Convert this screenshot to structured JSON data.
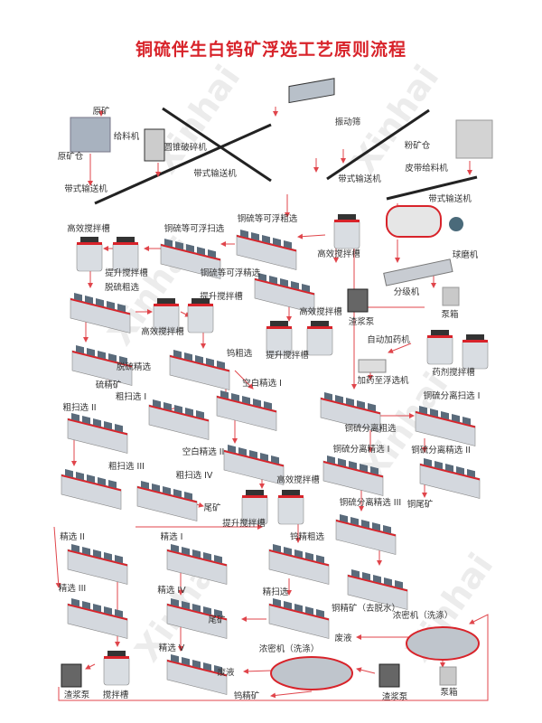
{
  "title": "铜硫伴生白钨矿浮选工艺原则流程",
  "watermark": "Xinhai",
  "colors": {
    "accent": "#d8232a",
    "equipment": "#c9ced6",
    "flow_line": "#e0454b"
  },
  "labels": [
    "原矿",
    "原矿仓",
    "给料机",
    "圆锥破碎机",
    "带式输送机",
    "带式输送机",
    "振动筛",
    "带式输送机",
    "粉矿仓",
    "皮带给料机",
    "带式输送机",
    "球磨机",
    "分级机",
    "泵箱",
    "渣浆泵",
    "高效搅拌槽",
    "提升搅拌槽",
    "铜硫等可浮扫选",
    "铜硫等可浮粗选",
    "铜硫等可浮精选",
    "高效搅拌槽",
    "脱硫粗选",
    "提升搅拌槽",
    "高效搅拌槽",
    "高效搅拌槽",
    "提升搅拌槽",
    "脱硫精选",
    "硫精矿",
    "钨粗选",
    "空白精选 I",
    "粗扫选 I",
    "粗扫选 II",
    "空白精选 II",
    "粗扫选 III",
    "粗扫选 IV",
    "高效搅拌槽",
    "尾矿",
    "提升搅拌槽",
    "自动加药机",
    "药剂搅拌槽",
    "加药至浮选机",
    "铜硫分离扫选 I",
    "铜硫分离粗选",
    "铜硫分离精选 I",
    "铜硫分离精选 II",
    "铜尾矿",
    "铜硫分离精选 III",
    "钨精粗选",
    "精选 II",
    "精选 I",
    "精选 III",
    "精选 IV",
    "精扫选",
    "尾矿",
    "铜精矿（去脱水）",
    "浓密机（洗涤）",
    "废液",
    "精选 V",
    "浓密机（洗涤）",
    "废液",
    "渣浆泵",
    "搅拌槽",
    "钨精矿",
    "渣浆泵",
    "泵箱"
  ]
}
